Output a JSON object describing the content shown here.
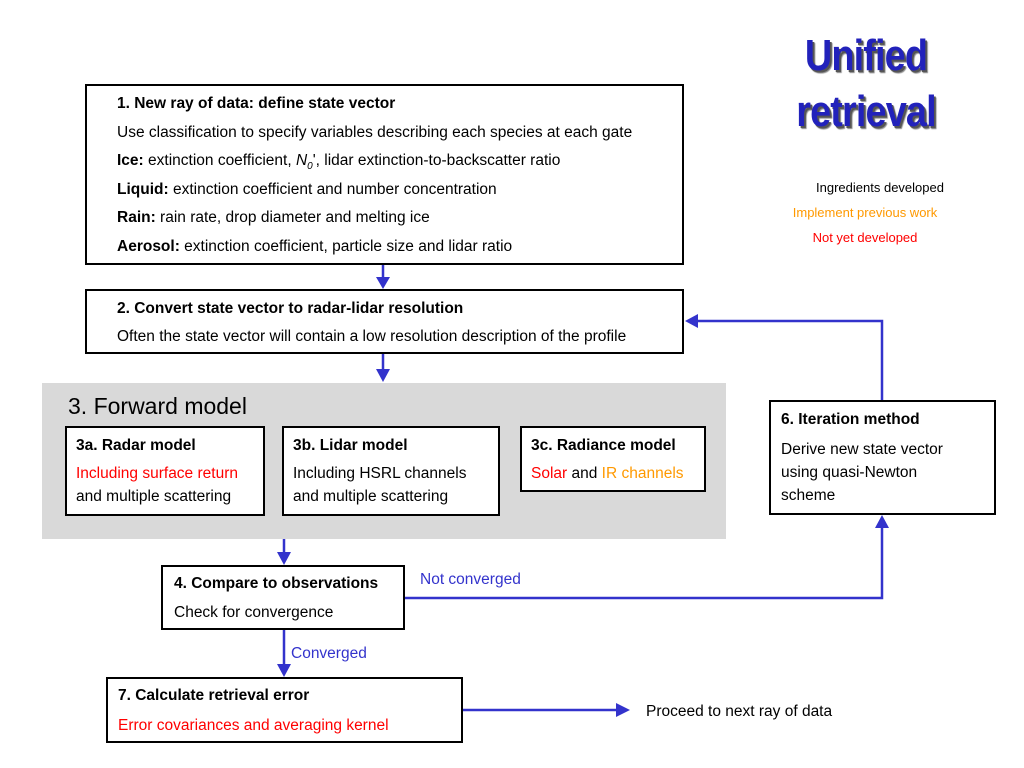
{
  "title": {
    "line1": "Unified",
    "line2": "retrieval"
  },
  "legend": {
    "developed": "Ingredients developed",
    "previous": "Implement previous work",
    "not_developed": "Not yet developed"
  },
  "colors": {
    "arrow": "#3333cc",
    "title": "#2222bb",
    "red": "#ff0000",
    "orange": "#ff9900",
    "panel": "#d9d9d9"
  },
  "box1": {
    "heading": "1. New ray of data: define state vector",
    "line1": "Use classification to specify variables describing each species at each gate",
    "ice_label": "Ice:",
    "ice_pre": " extinction coefficient, ",
    "ice_n": "N",
    "ice_sub": "0",
    "ice_post": "', lidar extinction-to-backscatter ratio",
    "liquid_label": "Liquid:",
    "liquid_text": " extinction coefficient and number concentration",
    "rain_label": "Rain:",
    "rain_text": " rain rate, drop diameter and melting ice",
    "aerosol_label": "Aerosol:",
    "aerosol_text": " extinction coefficient, particle size and lidar ratio"
  },
  "box2": {
    "heading": "2. Convert state vector to radar-lidar resolution",
    "line1": "Often the state vector will contain a low resolution description of the profile"
  },
  "forward": {
    "title": "3. Forward model",
    "radar": {
      "heading": "3a. Radar model",
      "line1": "Including surface return",
      "line2": "and multiple scattering"
    },
    "lidar": {
      "heading": "3b. Lidar model",
      "line1": "Including HSRL channels",
      "line2": "and multiple scattering"
    },
    "radiance": {
      "heading": "3c. Radiance model",
      "solar": "Solar",
      "and": " and ",
      "ir": "IR channels"
    }
  },
  "box4": {
    "heading": "4. Compare to observations",
    "line1": "Check for convergence"
  },
  "box6": {
    "heading": "6. Iteration method",
    "line1": "Derive new state vector",
    "line2": "using quasi-Newton",
    "line3": "scheme"
  },
  "box7": {
    "heading": "7. Calculate retrieval error",
    "line1": "Error covariances and averaging kernel"
  },
  "labels": {
    "not_converged": "Not converged",
    "converged": "Converged",
    "proceed": "Proceed to next ray of data"
  }
}
